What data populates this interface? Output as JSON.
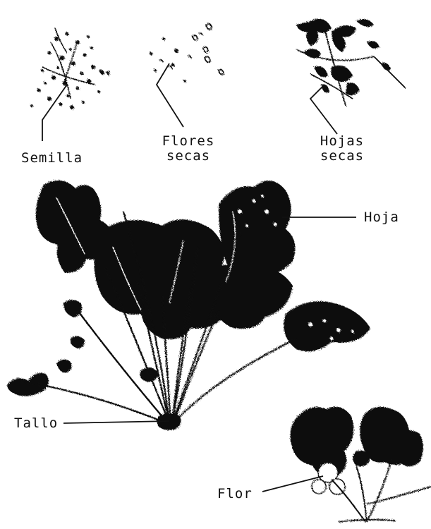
{
  "labels": {
    "semilla": "Semilla",
    "flores_secas_1": "Flores",
    "flores_secas_2": "secas",
    "hojas_secas_1": "Hojas",
    "hojas_secas_2": "secas",
    "hoja": "Hoja",
    "tallo": "Tallo",
    "flor": "Flor"
  },
  "colors": {
    "ink": "#111111",
    "background": "#ffffff"
  }
}
